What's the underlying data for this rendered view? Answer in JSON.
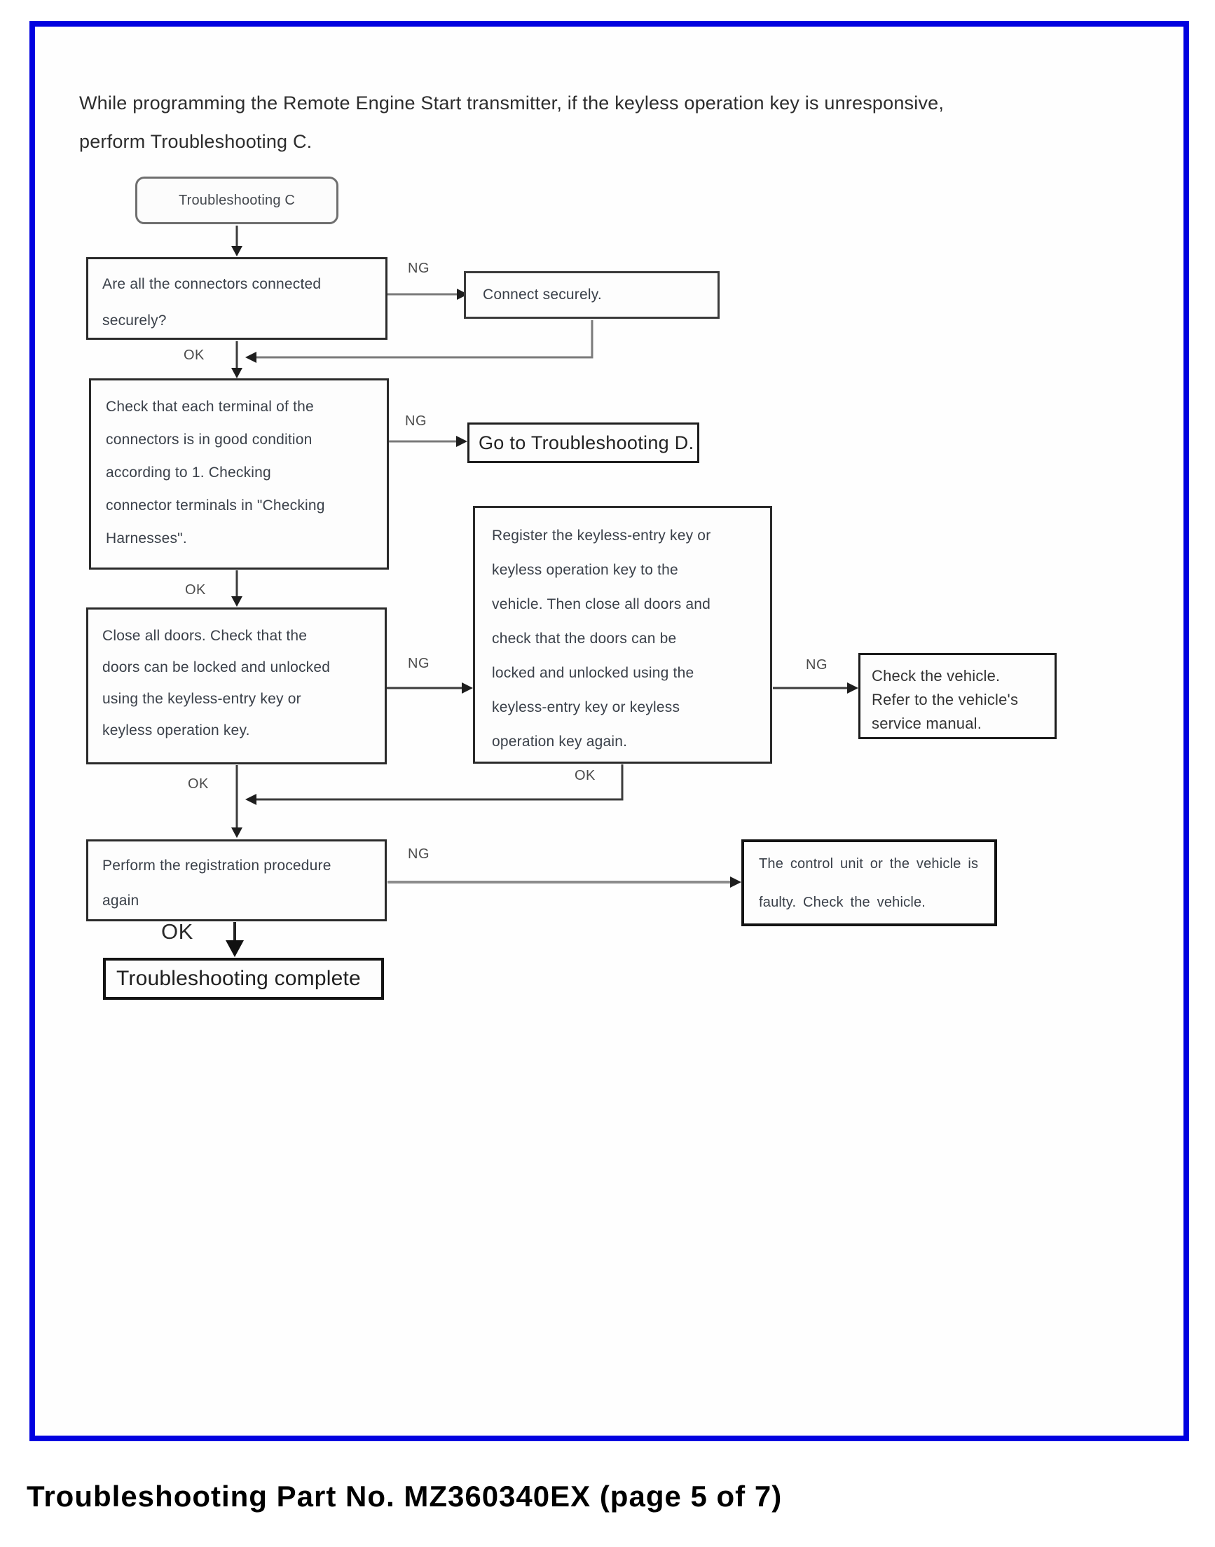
{
  "page": {
    "intro": "While programming the Remote Engine Start transmitter, if the keyless operation key is unresponsive,\nperform Troubleshooting C.",
    "caption": "Troubleshooting Part No. MZ360340EX (page 5 of 7)"
  },
  "colors": {
    "page_border": "#0101e0",
    "box_border": "#2a2a2a",
    "line_dark": "#3c3c3c",
    "line_gray": "#7a7a7a"
  },
  "labels": {
    "ng": "NG",
    "ok": "OK"
  },
  "nodes": {
    "start": "Troubleshooting C",
    "q_connectors": "Are all the connectors connected\nsecurely?",
    "connect": "Connect securely.",
    "q_terminals": "Check that each terminal of the\nconnectors is in good condition\naccording to 1. Checking\nconnector terminals in \"Checking\nHarnesses\".",
    "goto_d": "Go to Troubleshooting D.",
    "q_doors": "Close all doors. Check that the\ndoors can be locked and unlocked\nusing the keyless-entry key or\nkeyless operation key.",
    "register": "Register the keyless-entry key or\nkeyless operation key to the\nvehicle. Then close all doors and\ncheck that the doors can be\nlocked and unlocked using the\nkeyless-entry key or keyless\noperation key again.",
    "check_vehicle": "Check the vehicle.\nRefer to the vehicle's\nservice manual.",
    "perform": "Perform the registration procedure\nagain",
    "faulty": "The control unit or the vehicle is\nfaulty. Check the vehicle.",
    "complete": "Troubleshooting complete"
  }
}
